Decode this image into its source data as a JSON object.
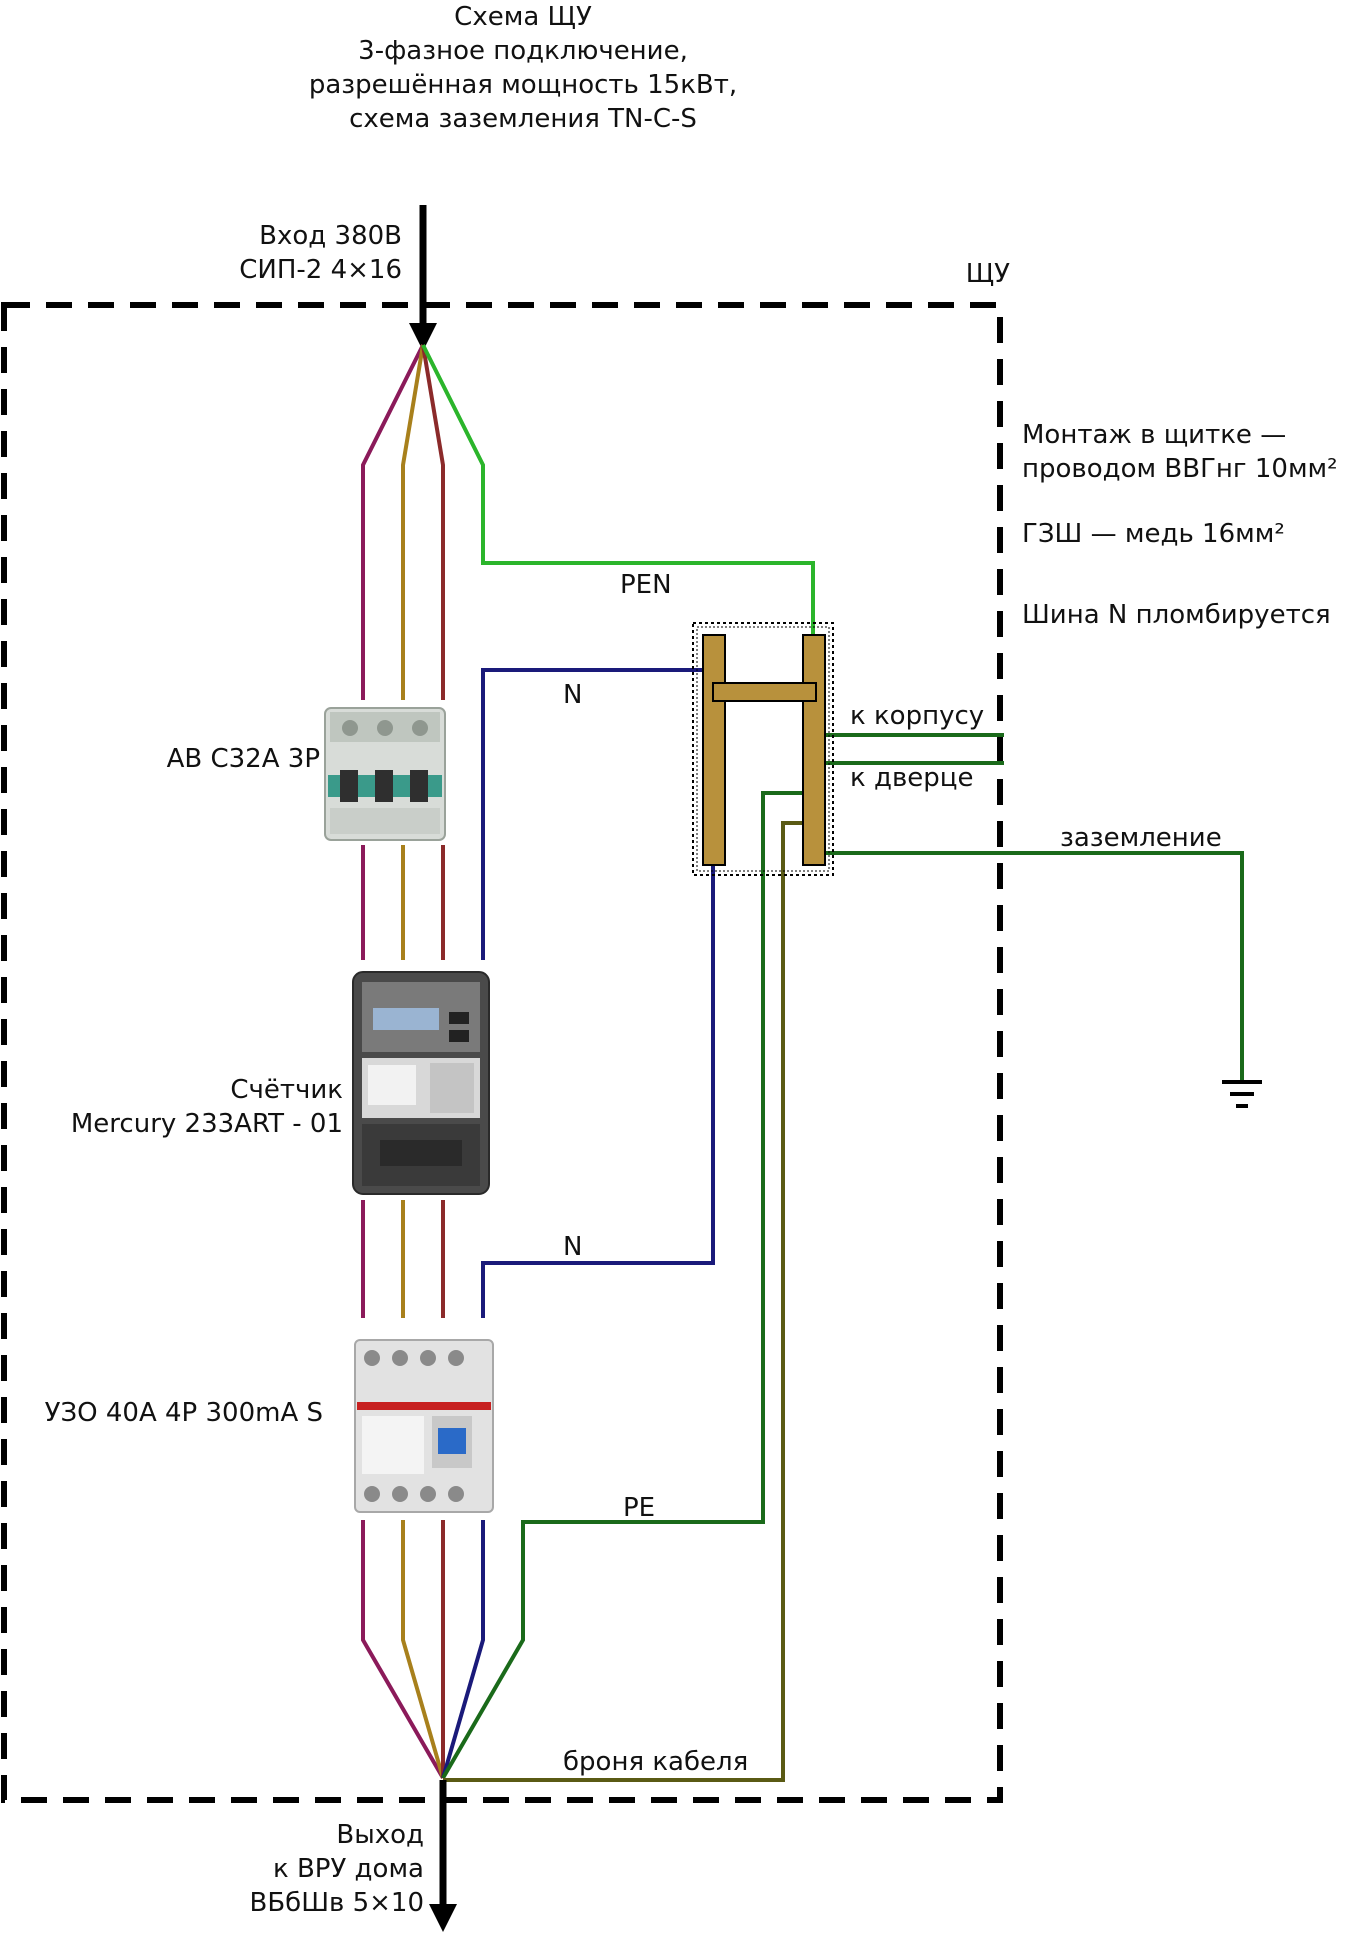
{
  "header": {
    "lines": [
      "Схема ЩУ",
      "3-фазное подключение,",
      "разрешённая мощность 15кВт,",
      "схема заземления TN-C-S"
    ]
  },
  "input": {
    "lines": [
      "Вход 380В",
      "СИП-2 4×16"
    ]
  },
  "panel_label": "ЩУ",
  "notes": [
    "Монтаж в щитке —",
    "проводом ВВГнг 10мм²",
    "ГЗШ — медь 16мм²",
    "Шина N пломбируется"
  ],
  "components": {
    "breaker": {
      "label": "АВ С32А 3Р"
    },
    "meter": {
      "lines": [
        "Счётчик",
        "Mercury 233ART - 01"
      ]
    },
    "rcd": {
      "label": "УЗО 40А 4Р 300mA S"
    }
  },
  "wire_labels": {
    "pen": "PEN",
    "n_top": "N",
    "n_bottom": "N",
    "pe": "PE",
    "case": "к корпусу",
    "door": "к дверце",
    "ground": "заземление",
    "armor": "броня кабеля"
  },
  "output": {
    "lines": [
      "Выход",
      "к ВРУ дома",
      "ВБбШв 5×10"
    ]
  },
  "colors": {
    "phase_l1": "#8b1a5a",
    "phase_l2": "#a8801c",
    "phase_l3": "#8b2a2a",
    "pen": "#2bb52b",
    "neutral": "#1a1a7a",
    "pe": "#1a6a1a",
    "armor": "#5a5a14",
    "busbar": "#b8913c"
  }
}
